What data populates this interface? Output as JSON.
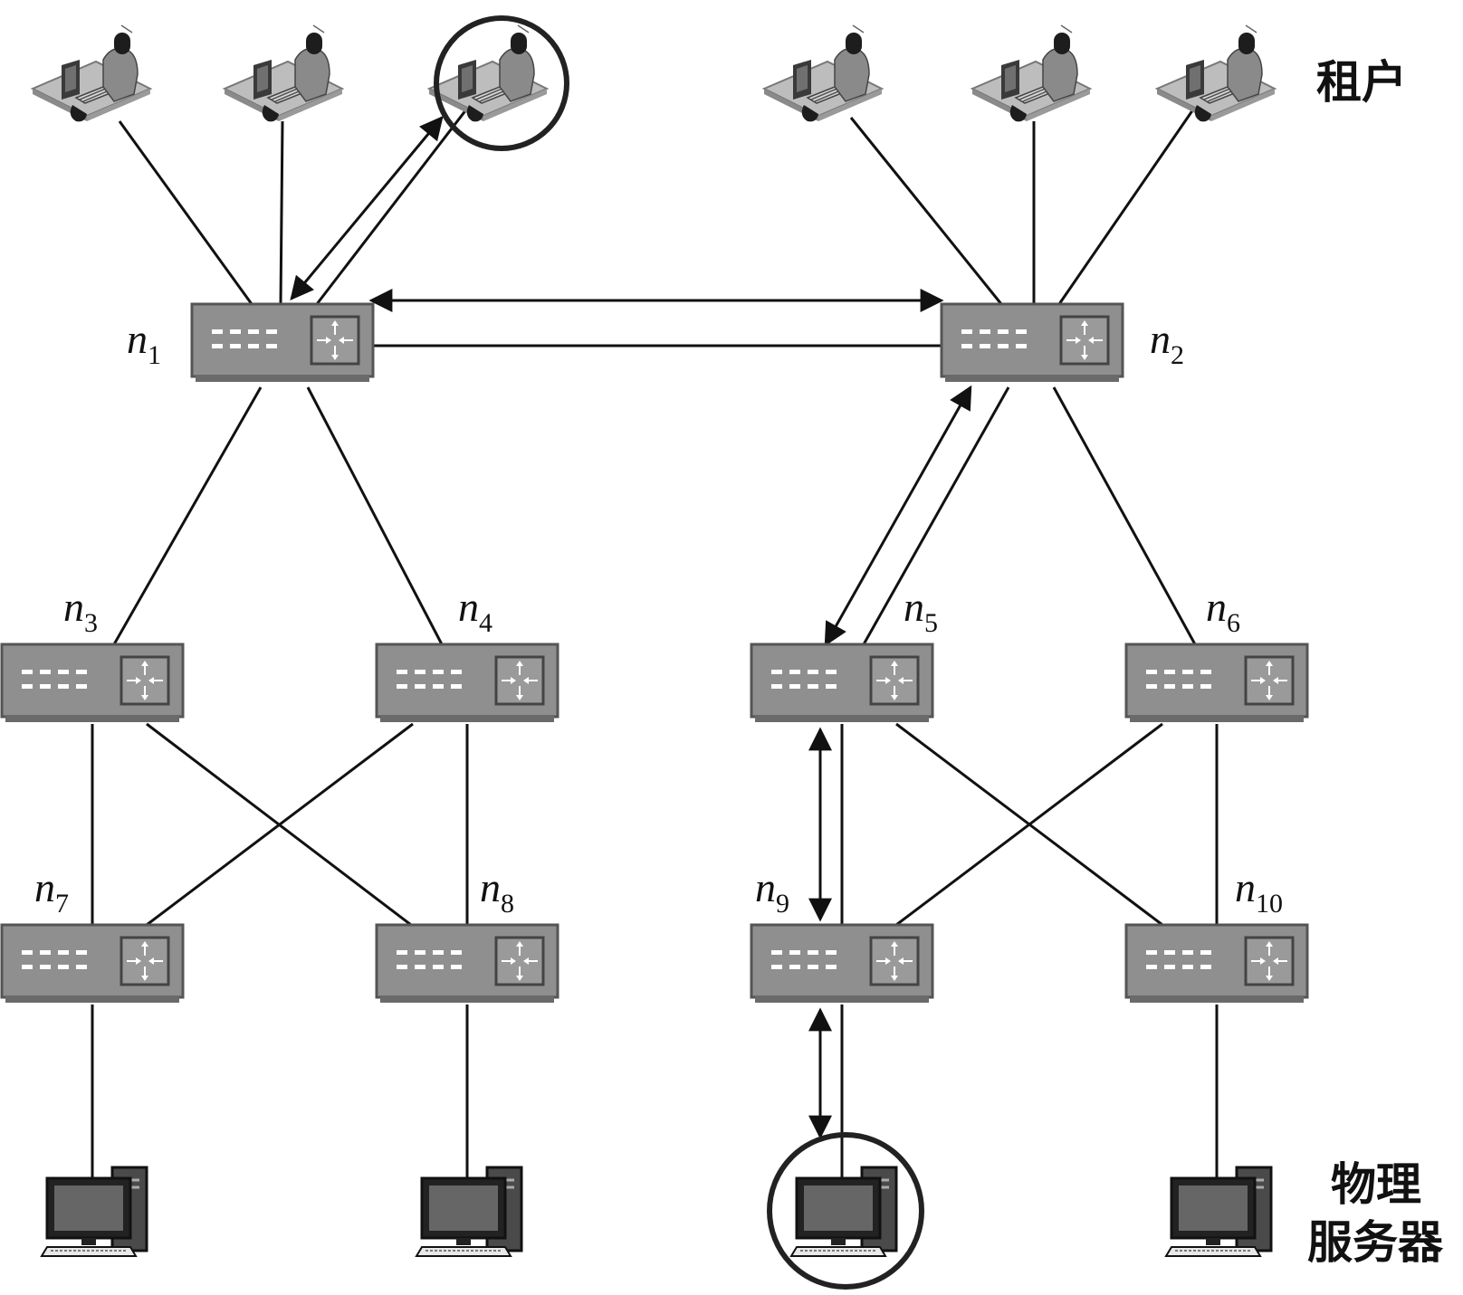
{
  "labels": {
    "tenant": "租户",
    "physical_line1": "物理",
    "physical_line2": "服务器"
  },
  "switches": [
    {
      "id": "n1",
      "base": "n",
      "sub": "1"
    },
    {
      "id": "n2",
      "base": "n",
      "sub": "2"
    },
    {
      "id": "n3",
      "base": "n",
      "sub": "3"
    },
    {
      "id": "n4",
      "base": "n",
      "sub": "4"
    },
    {
      "id": "n5",
      "base": "n",
      "sub": "5"
    },
    {
      "id": "n6",
      "base": "n",
      "sub": "6"
    },
    {
      "id": "n7",
      "base": "n",
      "sub": "7"
    },
    {
      "id": "n8",
      "base": "n",
      "sub": "8"
    },
    {
      "id": "n9",
      "base": "n",
      "sub": "9"
    },
    {
      "id": "n10",
      "base": "n",
      "sub": "10"
    }
  ],
  "colors": {
    "switch_fill": "#8f8f8f",
    "switch_dark": "#6a6a6a",
    "line": "#111111",
    "tenant_panel": "#b8b8b8",
    "monitor": "#555555"
  }
}
